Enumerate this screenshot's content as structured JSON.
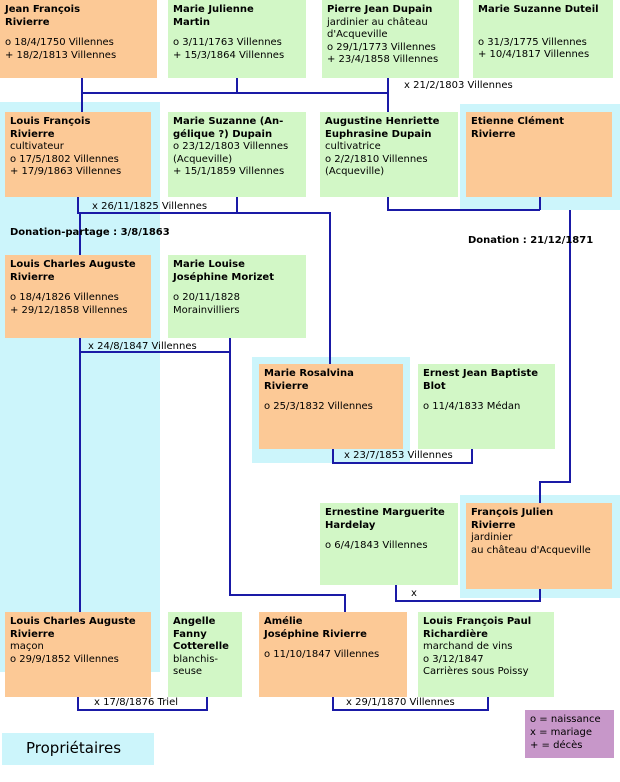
{
  "persons": {
    "jean_francois": {
      "name": [
        "Jean François",
        "Rivierre"
      ],
      "details": [
        "o 18/4/1750 Villennes",
        "+ 18/2/1813 Villennes"
      ]
    },
    "marie_julienne": {
      "name": [
        "Marie Julienne",
        "Martin"
      ],
      "details": [
        "o 3/11/1763 Villennes",
        "+ 15/3/1864 Villennes"
      ]
    },
    "pierre_jean": {
      "name": [
        "Pierre Jean Dupain"
      ],
      "details": [
        "jardinier au château",
        "d'Acqueville",
        "o 29/1/1773 Villennes",
        "+ 23/4/1858 Villennes"
      ]
    },
    "marie_suzanne_duteil": {
      "name": [
        "Marie Suzanne Duteil"
      ],
      "details": [
        "o 31/3/1775 Villennes",
        "+ 10/4/1817 Villennes"
      ]
    },
    "louis_francois": {
      "name": [
        "Louis François",
        "Rivierre"
      ],
      "details": [
        "cultivateur",
        "o 17/5/1802 Villennes",
        "+ 17/9/1863 Villennes"
      ]
    },
    "marie_suzanne_dupain": {
      "name": [
        "Marie Suzanne (An-",
        "gélique ?) Dupain"
      ],
      "details": [
        "o 23/12/1803 Villennes",
        "(Acqueville)",
        "+ 15/1/1859 Villennes"
      ]
    },
    "augustine": {
      "name": [
        "Augustine  Henriette",
        "Euphrasine Dupain"
      ],
      "details": [
        "cultivatrice",
        "o 2/2/1810 Villennes",
        "(Acqueville)"
      ]
    },
    "etienne": {
      "name": [
        "Etienne Clément",
        "Rivierre"
      ],
      "details": []
    },
    "louis_charles_1826": {
      "name": [
        "Louis Charles Auguste",
        "Rivierre"
      ],
      "details": [
        "o 18/4/1826 Villennes",
        "+ 29/12/1858 Villennes"
      ]
    },
    "marie_louise": {
      "name": [
        "Marie Louise",
        "Joséphine Morizet"
      ],
      "details": [
        "o 20/11/1828",
        "Morainvilliers"
      ]
    },
    "marie_rosalvina": {
      "name": [
        "Marie Rosalvina",
        "Rivierre"
      ],
      "details": [
        "o 25/3/1832 Villennes"
      ]
    },
    "ernest": {
      "name": [
        "Ernest Jean Baptiste",
        "Blot"
      ],
      "details": [
        "o 11/4/1833 Médan"
      ]
    },
    "ernestine": {
      "name": [
        "Ernestine Marguerite",
        "Hardelay"
      ],
      "details": [
        "o 6/4/1843 Villennes"
      ]
    },
    "francois_julien": {
      "name": [
        "François Julien",
        "Rivierre"
      ],
      "details": [
        "jardinier",
        "au château d'Acqueville"
      ]
    },
    "louis_charles_1852": {
      "name": [
        "Louis Charles Auguste",
        "Rivierre"
      ],
      "details": [
        "maçon",
        "o 29/9/1852 Villennes"
      ]
    },
    "angelle": {
      "name": [
        "Angelle",
        "Fanny",
        "Cotterelle"
      ],
      "details": [
        "blanchis-",
        "seuse"
      ]
    },
    "amelie": {
      "name": [
        "Amélie",
        "Joséphine Rivierre"
      ],
      "details": [
        "o 11/10/1847 Villennes"
      ]
    },
    "louis_francois_paul": {
      "name": [
        "Louis François Paul",
        "Richardière"
      ],
      "details": [
        "marchand de vins",
        "o 3/12/1847",
        "Carrières sous Poissy"
      ]
    }
  },
  "marriages": {
    "m1803": "x 21/2/1803 Villennes",
    "m1825": "x 26/11/1825 Villennes",
    "m1847": "x 24/8/1847 Villennes",
    "m1853": "x 23/7/1853 Villennes",
    "m_fj": "x",
    "m1876": "x 17/8/1876 Triel",
    "m1870": "x 29/1/1870 Villennes"
  },
  "annotations": {
    "donation_partage": "Donation-partage : 3/8/1863",
    "donation": "Donation : 21/12/1871"
  },
  "legend": {
    "naissance": "o = naissance",
    "mariage": "x = mariage",
    "deces": "+ = décès"
  },
  "proprietaires_label": "Propriétaires",
  "colors": {
    "owner_highlight": "#ccf5fb",
    "rivierre_box": "#fcc996",
    "spouse_box": "#d2f7c6",
    "legend_box": "#c797c9",
    "line": "#1a1aa6"
  }
}
